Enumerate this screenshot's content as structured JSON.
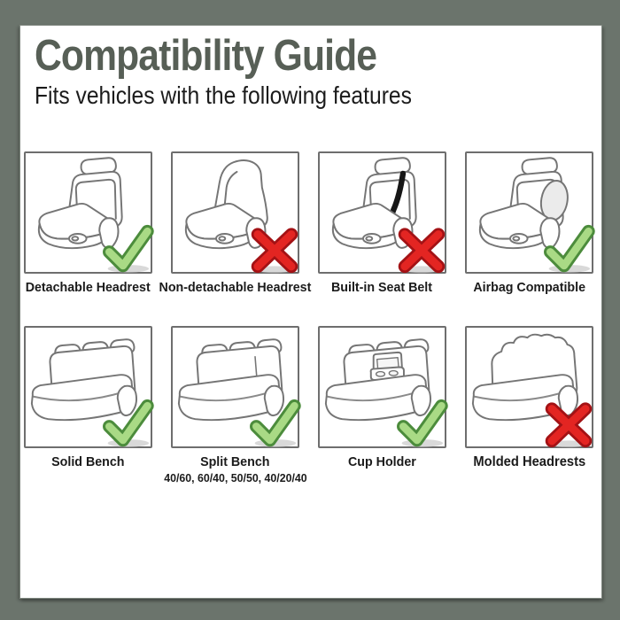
{
  "header": {
    "title": "Compatibility Guide",
    "subtitle": "Fits vehicles with the following features"
  },
  "colors": {
    "background": "#6b746c",
    "card": "#ffffff",
    "title": "#575f56",
    "text": "#1b1b1b",
    "panel_border": "#6e6e6e",
    "line_art": "#757575",
    "check_fill": "#a9da85",
    "check_outline": "#4c8c3c",
    "cross_fill": "#e32522",
    "cross_outline": "#a31215",
    "mark_shadow": "#c9c9c9",
    "belt": "#161616",
    "airbag": "#ebebeb"
  },
  "panels": [
    {
      "label": "Detachable Headrest",
      "mark": "check",
      "illustration": "bucket-seat-detachable-headrest"
    },
    {
      "label": "Non-detachable Headrest",
      "mark": "cross",
      "illustration": "bucket-seat-one-piece-headrest"
    },
    {
      "label": "Built-in Seat Belt",
      "mark": "cross",
      "illustration": "bucket-seat-integrated-seat-belt"
    },
    {
      "label": "Airbag Compatible",
      "mark": "check",
      "illustration": "bucket-seat-side-airbag"
    },
    {
      "label": "Solid Bench",
      "mark": "check",
      "illustration": "bench-seat-solid"
    },
    {
      "label": "Split Bench",
      "sublabel": "40/60, 60/40, 50/50, 40/20/40",
      "mark": "check",
      "illustration": "bench-seat-split"
    },
    {
      "label": "Cup Holder",
      "mark": "check",
      "illustration": "bench-seat-cup-holder"
    },
    {
      "label": "Molded Headrests",
      "mark": "cross",
      "illustration": "bench-seat-molded-headrests"
    }
  ]
}
